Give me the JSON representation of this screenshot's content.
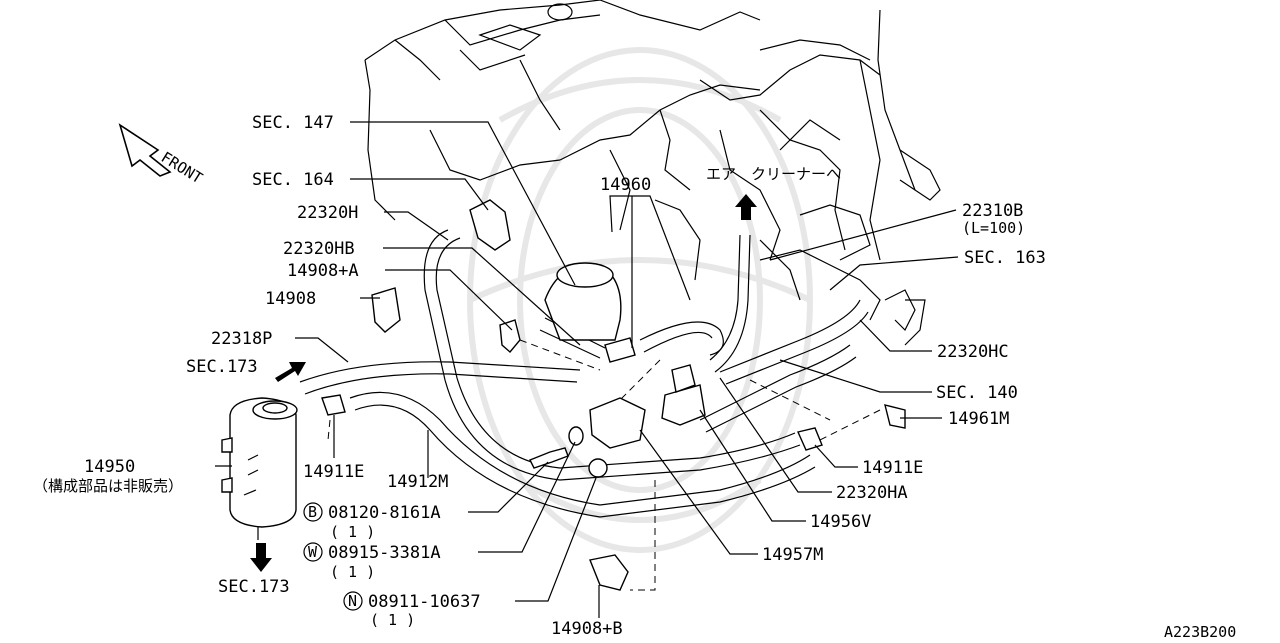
{
  "diagram": {
    "labels": {
      "sec147": "SEC. 147",
      "sec164": "SEC. 164",
      "p22320H": "22320H",
      "p22320HB": "22320HB",
      "p14908A": "14908+A",
      "p14908": "14908",
      "p22318P": "22318P",
      "sec173_top": "SEC.173",
      "p14950": "14950",
      "p14950_note": "（構成部品は非販売）",
      "sec173_bottom": "SEC.173",
      "p14911E_left": "14911E",
      "p14912M": "14912M",
      "p08120": "08120-8161A",
      "qty_b": "( 1 )",
      "p08915": "08915-3381A",
      "qty_w": "( 1 )",
      "p08911": "08911-10637",
      "qty_n": "( 1 )",
      "p14908B": "14908+B",
      "p14960": "14960",
      "air_cleaner": "エア　クリーナーへ",
      "p22310B": "22310B",
      "p22310B_len": "(L=100)",
      "sec163": "SEC. 163",
      "p22320HC": "22320HC",
      "sec140": "SEC. 140",
      "p14961M": "14961M",
      "p14911E_right": "14911E",
      "p22320HA": "22320HA",
      "p14956V": "14956V",
      "p14957M": "14957M",
      "front": "FRONT",
      "ref": "A223B200"
    },
    "badges": {
      "b": "B",
      "w": "W",
      "n": "N"
    }
  }
}
